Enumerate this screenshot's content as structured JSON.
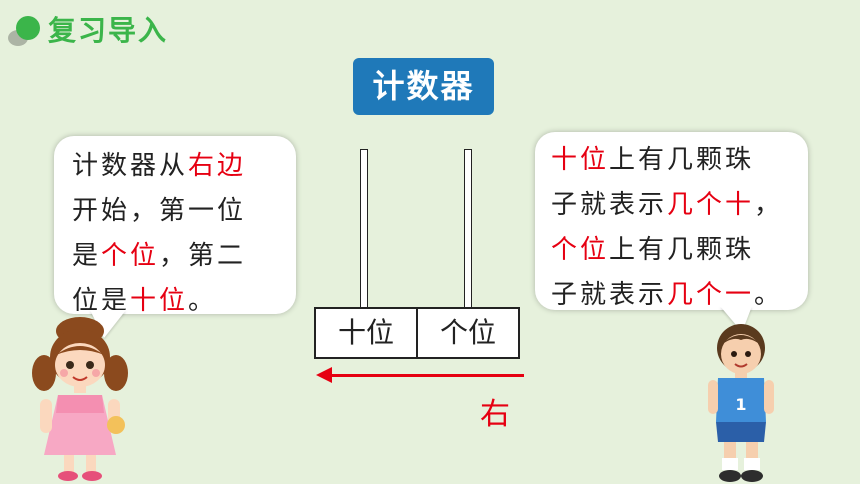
{
  "header": {
    "title": "复习导入"
  },
  "counter": {
    "title": "计数器",
    "place_tens": "十位",
    "place_ones": "个位",
    "direction_label": "右"
  },
  "left_bubble": {
    "l1a": "计数器从",
    "l1b": "右边",
    "l2": "开始，第一位",
    "l3a": "是",
    "l3b": "个位",
    "l3c": "，第二",
    "l4a": "位是",
    "l4b": "十位",
    "l4c": "。"
  },
  "right_bubble": {
    "l1a": "十位",
    "l1b": "上有几颗珠",
    "l2a": "子就表示",
    "l2b": "几个十",
    "l2c": "，",
    "l3a": "个位",
    "l3b": "上有几颗珠",
    "l4a": "子就表示",
    "l4b": "几个一",
    "l4c": "。"
  },
  "boy_shirt_number": "1",
  "colors": {
    "accent_green": "#3bb54a",
    "title_blue": "#1f79b9",
    "highlight_red": "#e60012"
  }
}
